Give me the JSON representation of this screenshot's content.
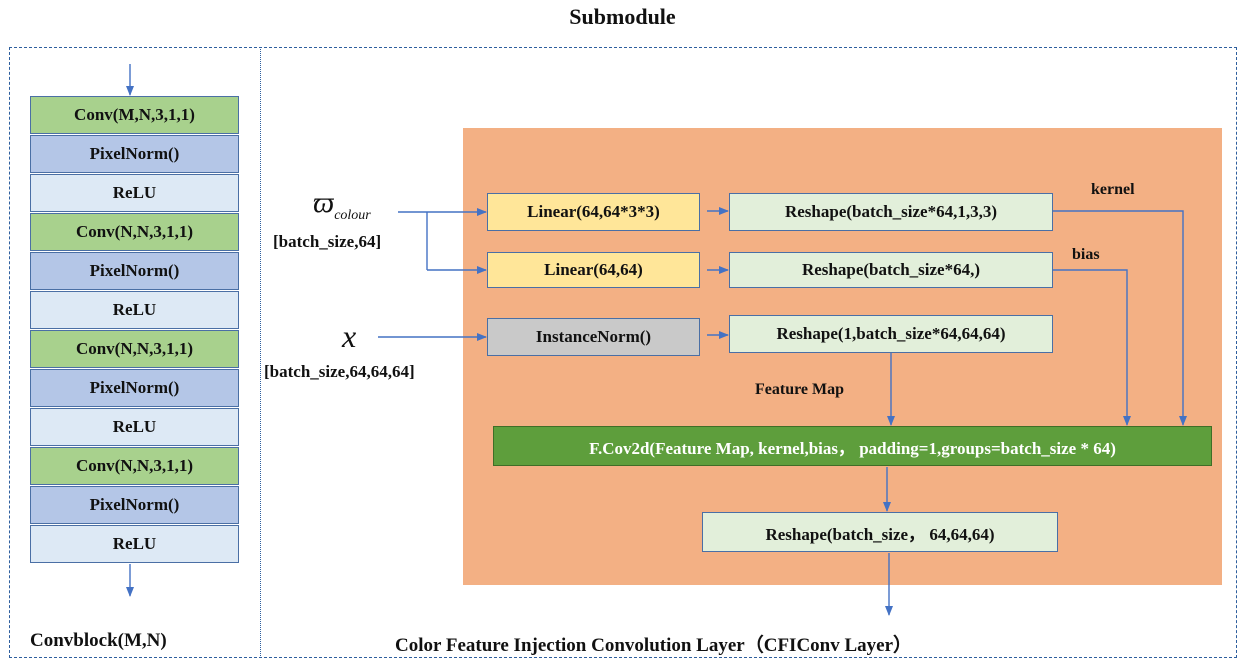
{
  "title": "Submodule",
  "convblock": {
    "caption": "Convblock(M,N)",
    "layers": [
      {
        "label": "Conv(M,N,3,1,1)",
        "kind": "conv"
      },
      {
        "label": "PixelNorm()",
        "kind": "pn"
      },
      {
        "label": "ReLU",
        "kind": "relu"
      },
      {
        "label": "Conv(N,N,3,1,1)",
        "kind": "conv"
      },
      {
        "label": "PixelNorm()",
        "kind": "pn"
      },
      {
        "label": "ReLU",
        "kind": "relu"
      },
      {
        "label": "Conv(N,N,3,1,1)",
        "kind": "conv"
      },
      {
        "label": "PixelNorm()",
        "kind": "pn"
      },
      {
        "label": "ReLU",
        "kind": "relu"
      },
      {
        "label": "Conv(N,N,3,1,1)",
        "kind": "conv"
      },
      {
        "label": "PixelNorm()",
        "kind": "pn"
      },
      {
        "label": "ReLU",
        "kind": "relu"
      }
    ]
  },
  "cficonv": {
    "caption": "Color Feature Injection Convolution Layer（CFIConv Layer）",
    "inputs": {
      "omega_symbol": "ϖ",
      "omega_sub": "colour",
      "omega_shape": "[batch_size,64]",
      "x_symbol": "x",
      "x_shape": "[batch_size,64,64,64]"
    },
    "boxes": {
      "linear_kernel": "Linear(64,64*3*3)",
      "linear_bias": "Linear(64,64)",
      "instance_norm": "InstanceNorm()",
      "reshape_kernel": "Reshape(batch_size*64,1,3,3)",
      "reshape_bias": "Reshape(batch_size*64,)",
      "reshape_feature": "Reshape(1,batch_size*64,64,64)",
      "conv2d": "F.Cov2d(Feature Map, kernel,bias， padding=1,groups=batch_size * 64)",
      "reshape_out": "Reshape(batch_size， 64,64,64)"
    },
    "labels": {
      "kernel": "kernel",
      "bias": "bias",
      "feature_map": "Feature Map"
    }
  },
  "colors": {
    "frame": "#2e5f9e",
    "arrow": "#4472c4",
    "panel": "#f3b084",
    "linear": "#ffe699",
    "reshape": "#e2efda",
    "instance_norm": "#c9c9c9",
    "conv2d": "#5e9e3c"
  }
}
